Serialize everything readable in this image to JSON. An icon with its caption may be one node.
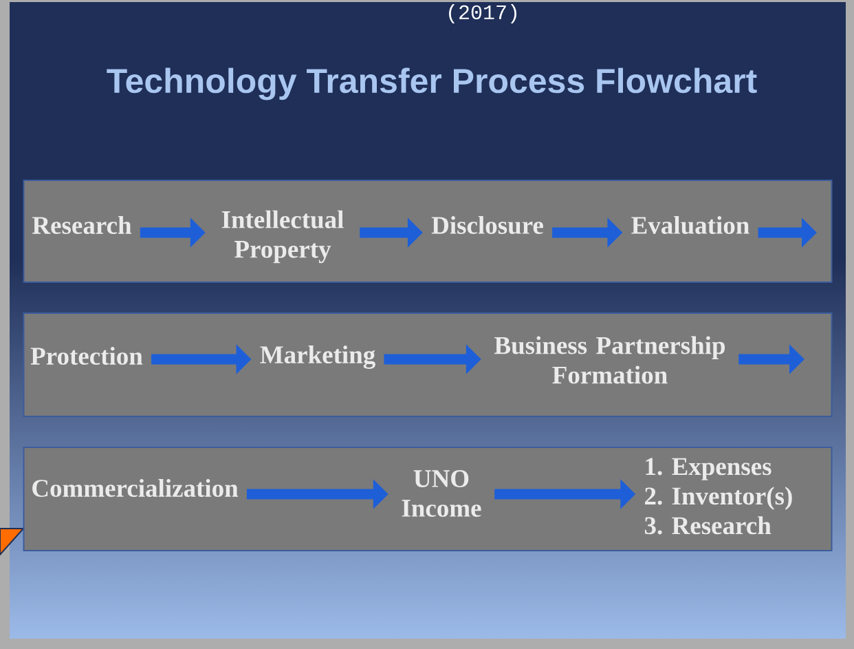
{
  "diagram": {
    "title": "Technology Transfer Process Flowchart",
    "nodes": [
      {
        "text": [],
        "shape": "box"
      },
      {
        "text": [
          "Research"
        ],
        "in": 0
      },
      {
        "text": [
          "Intellectual Property"
        ],
        "in": 0
      },
      {
        "text": [
          "Disclosure"
        ],
        "in": 0
      },
      {
        "text": [
          "Evaluation"
        ],
        "in": 0
      },
      {
        "text": [],
        "shape": "box"
      },
      {
        "text": [
          "Protection"
        ],
        "in": 5
      },
      {
        "text": [
          "Marketing"
        ],
        "in": 5
      },
      {
        "text": [
          "Business Partnership Formation"
        ],
        "in": 5
      },
      {
        "text": [],
        "shape": "box"
      },
      {
        "text": [
          "Commercialization"
        ],
        "in": 9
      },
      {
        "text": [
          "UNO Income"
        ],
        "in": 9
      },
      {
        "text": [
          "1. Expenses",
          "2. Inventor(s)",
          "3. Research"
        ],
        "in": 9
      }
    ],
    "edges": [
      {
        "from": 1,
        "to": 2,
        "arrow": "to"
      },
      {
        "from": 2,
        "to": 3,
        "arrow": "to"
      },
      {
        "from": 3,
        "to": 4,
        "arrow": "to"
      },
      {
        "from": 4,
        "to": null,
        "arrow": "to"
      },
      {
        "from": 6,
        "to": 7,
        "arrow": "to"
      },
      {
        "from": 7,
        "to": 8,
        "arrow": "to"
      },
      {
        "from": 8,
        "to": null,
        "arrow": "to"
      },
      {
        "from": 10,
        "to": 11,
        "arrow": "to"
      },
      {
        "from": 11,
        "to": 12,
        "arrow": "to"
      }
    ],
    "labels": [
      "(2017)"
    ]
  }
}
